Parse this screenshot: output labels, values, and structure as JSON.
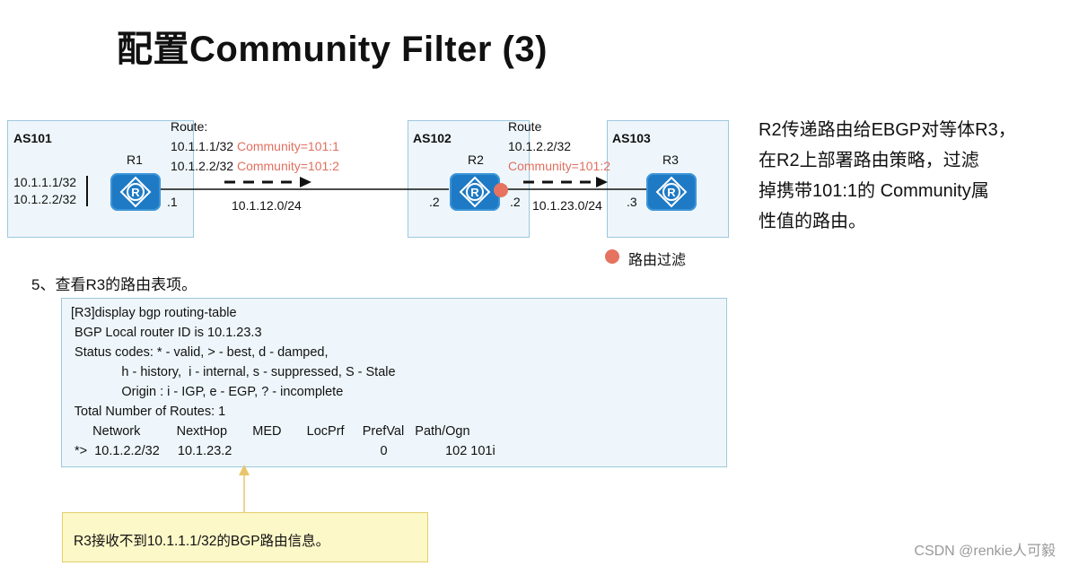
{
  "title": "配置Community Filter (3)",
  "as_boxes": [
    {
      "label": "AS101"
    },
    {
      "label": "AS102"
    },
    {
      "label": "AS103"
    }
  ],
  "routers": [
    {
      "label": "R1",
      "iface": ".1"
    },
    {
      "label": "R2",
      "iface_left": ".2",
      "iface_right": ".2"
    },
    {
      "label": "R3",
      "iface": ".3"
    }
  ],
  "r1_routes": [
    "10.1.1.1/32",
    "10.1.2.2/32"
  ],
  "route_block_1": {
    "heading": "Route:",
    "lines": [
      {
        "prefix": "10.1.1.1/32",
        "community": "Community=101:1"
      },
      {
        "prefix": "10.1.2.2/32",
        "community": "Community=101:2"
      }
    ]
  },
  "route_block_2": {
    "heading": "Route",
    "prefix": "10.1.2.2/32",
    "community": "Community=101:2"
  },
  "links": [
    {
      "subnet": "10.1.12.0/24"
    },
    {
      "subnet": "10.1.23.0/24"
    }
  ],
  "legend": {
    "label": "路由过滤",
    "color": "#e57360"
  },
  "description_lines": [
    "R2传递路由给EBGP对等体R3，",
    "在R2上部署路由策略，过滤",
    "掉携带101:1的 Community属",
    "性值的路由。"
  ],
  "step_label": "5、查看R3的路由表项。",
  "cli_lines": [
    "[R3]display bgp routing-table",
    " BGP Local router ID is 10.1.23.3",
    " Status codes: * - valid, > - best, d - damped,",
    "              h - history,  i - internal, s - suppressed, S - Stale",
    "              Origin : i - IGP, e - EGP, ? - incomplete",
    " Total Number of Routes: 1",
    "      Network          NextHop       MED       LocPrf     PrefVal   Path/Ogn",
    " *>  10.1.2.2/32     10.1.23.2                                         0                102 101i"
  ],
  "note": "R3接收不到10.1.1.1/32的BGP路由信息。",
  "watermark": "CSDN @renkie人可毅"
}
